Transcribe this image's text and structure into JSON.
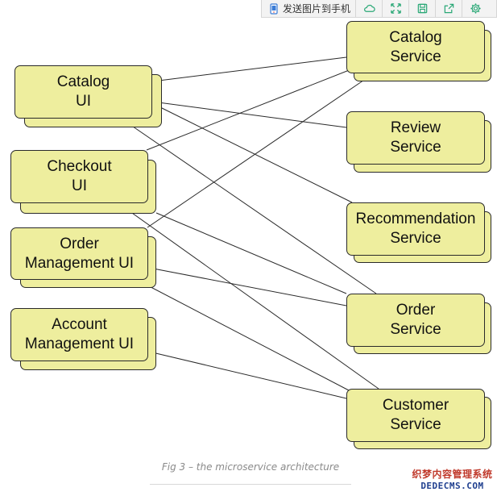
{
  "toolbar": {
    "send_label": "发送图片到手机",
    "icons": [
      "phone-send-icon",
      "cloud-icon",
      "expand-icon",
      "save-icon",
      "share-icon",
      "gear-icon"
    ]
  },
  "diagram": {
    "fill_color": "#eeee9e",
    "stroke_color": "#2a2a2a",
    "ui_nodes": [
      {
        "id": "catalog-ui",
        "label": "Catalog\nUI"
      },
      {
        "id": "checkout-ui",
        "label": "Checkout\nUI"
      },
      {
        "id": "order-management-ui",
        "label": "Order\nManagement UI"
      },
      {
        "id": "account-management-ui",
        "label": "Account\nManagement UI"
      }
    ],
    "service_nodes": [
      {
        "id": "catalog-service",
        "label": "Catalog\nService"
      },
      {
        "id": "review-service",
        "label": "Review\nService"
      },
      {
        "id": "recommendation-service",
        "label": "Recommendation\nService"
      },
      {
        "id": "order-service",
        "label": "Order\nService"
      },
      {
        "id": "customer-service",
        "label": "Customer\nService"
      }
    ],
    "connections": [
      [
        "catalog-ui",
        "catalog-service"
      ],
      [
        "catalog-ui",
        "review-service"
      ],
      [
        "catalog-ui",
        "recommendation-service"
      ],
      [
        "catalog-ui",
        "order-service"
      ],
      [
        "checkout-ui",
        "catalog-service"
      ],
      [
        "checkout-ui",
        "order-service"
      ],
      [
        "checkout-ui",
        "customer-service"
      ],
      [
        "order-management-ui",
        "catalog-service"
      ],
      [
        "order-management-ui",
        "order-service"
      ],
      [
        "order-management-ui",
        "customer-service"
      ],
      [
        "account-management-ui",
        "customer-service"
      ]
    ]
  },
  "caption": "Fig 3 – the microservice architecture",
  "watermark": {
    "line1": "织梦内容管理系统",
    "line2": "DEDECMS.COM"
  }
}
